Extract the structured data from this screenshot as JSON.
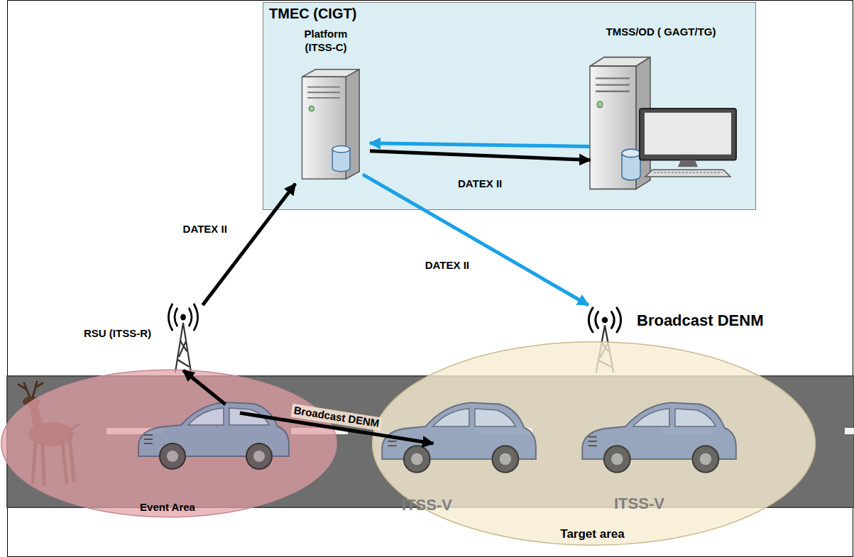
{
  "diagram": {
    "nodes": [
      {
        "text": [
          "TMEC (CIGT)"
        ]
      },
      {
        "text": [
          "Platform (ITSS-C)"
        ],
        "in": 0
      },
      {
        "text": [
          "TMSS/OD ( GAGT/TG)"
        ],
        "in": 0
      },
      {
        "text": [
          "RSU (ITSS-R)"
        ]
      },
      {
        "text": [
          "Broadcast DENM"
        ]
      },
      {
        "text": [
          "Event Area"
        ]
      },
      {
        "text": [
          "Target area"
        ]
      },
      {
        "text": [
          "ITSS-V"
        ],
        "in": 6
      },
      {
        "text": [
          "ITSS-V"
        ],
        "in": 6
      }
    ],
    "edges": [
      {
        "from": 1,
        "to": 2,
        "arrow": "to",
        "label": "DATEX II"
      },
      {
        "from": 2,
        "to": 1,
        "arrow": "to"
      },
      {
        "from": 3,
        "to": 1,
        "arrow": "to",
        "label": "DATEX II"
      },
      {
        "from": 1,
        "to": 4,
        "arrow": "to",
        "label": "DATEX II"
      },
      {
        "from": 5,
        "to": 3,
        "arrow": "to"
      },
      {
        "from": 5,
        "to": 7,
        "arrow": "to",
        "label": "Broadcast DENM"
      }
    ]
  }
}
